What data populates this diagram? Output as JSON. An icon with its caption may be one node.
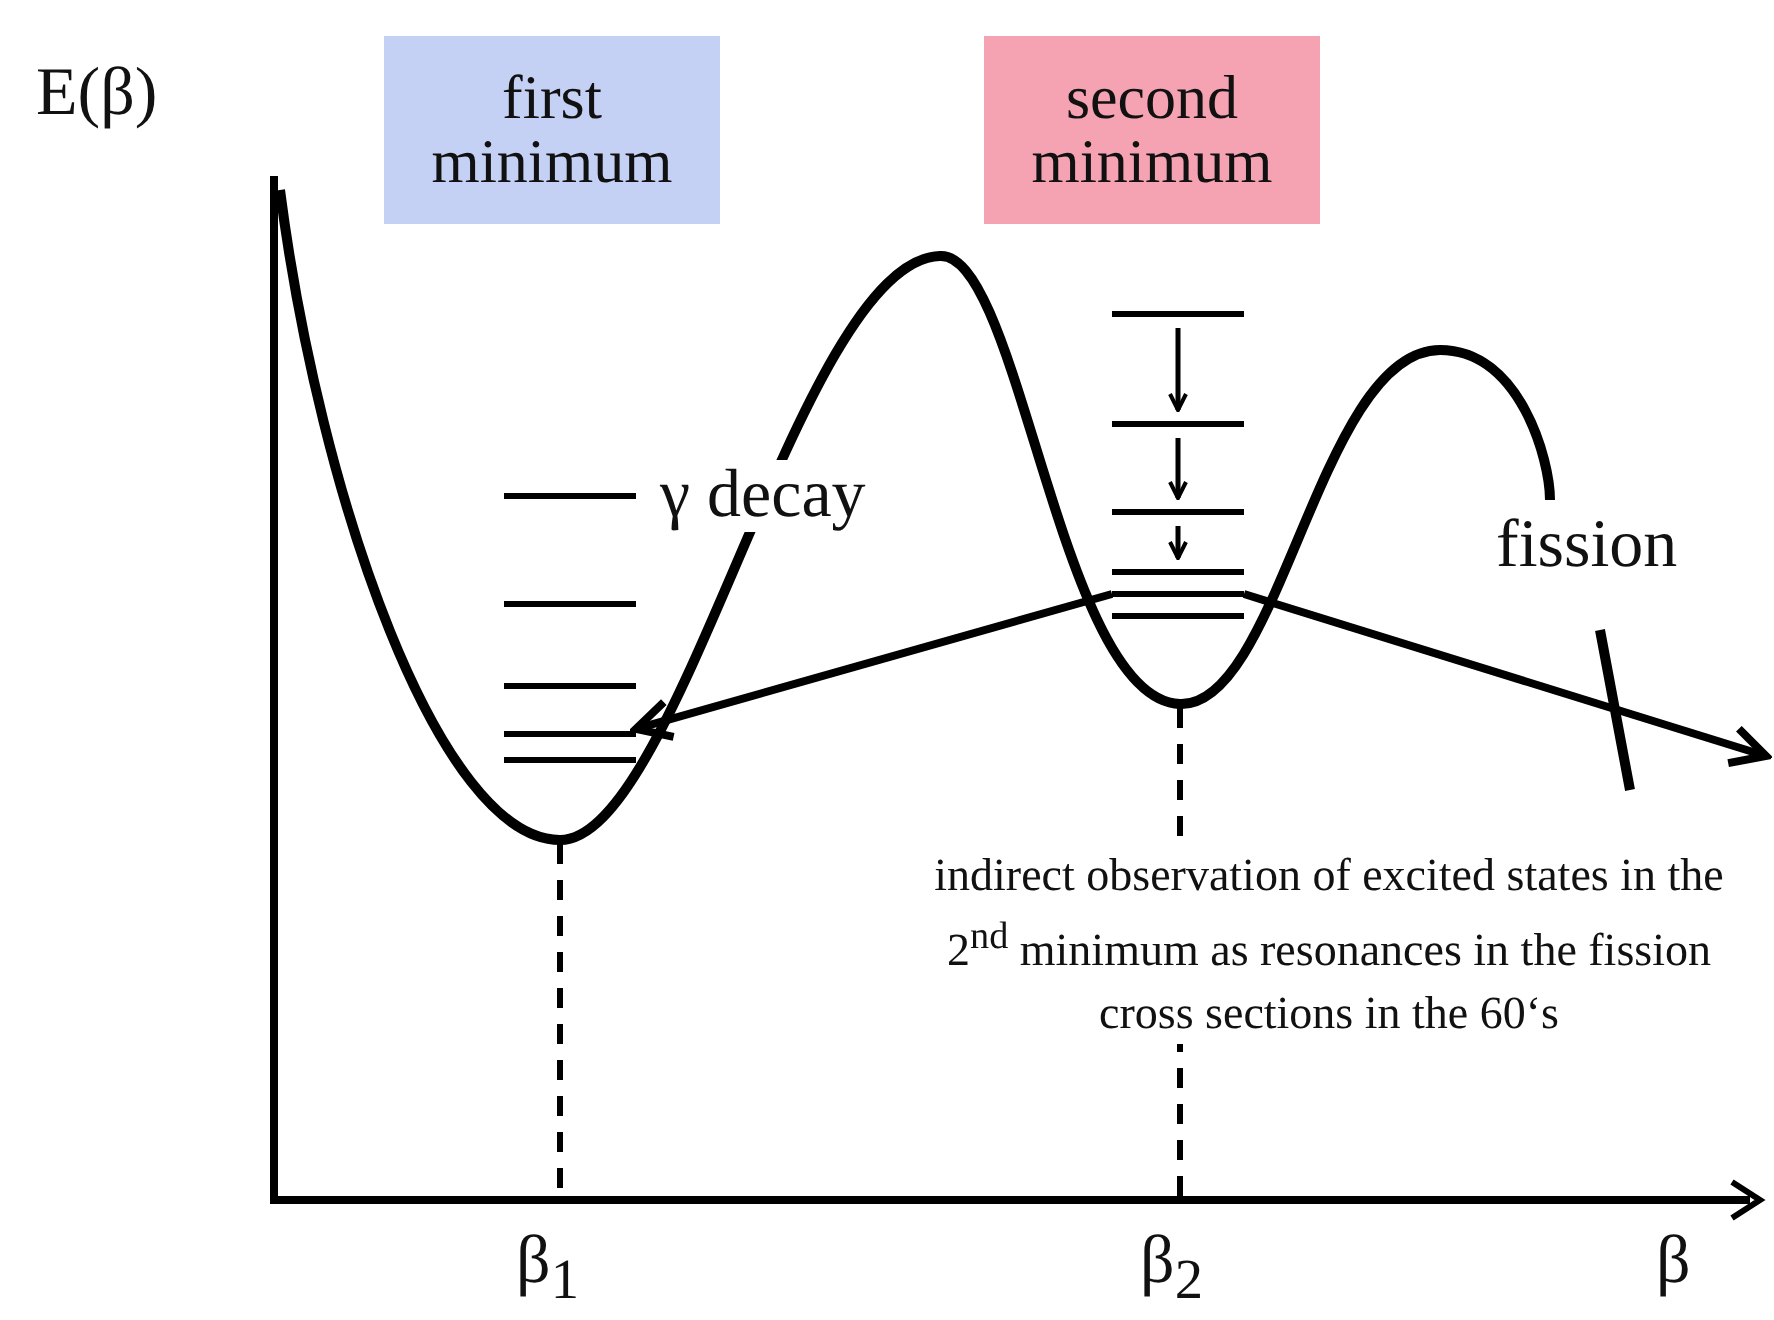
{
  "diagram": {
    "nodes": [
      {
        "text": [
          "first minimum"
        ]
      },
      {
        "text": [
          "second minimum"
        ]
      },
      {
        "text": [],
        "shape": "bar"
      },
      {
        "text": [],
        "shape": "bar"
      },
      {
        "text": [],
        "shape": "bar"
      },
      {
        "text": [],
        "shape": "bar"
      },
      {
        "text": [],
        "shape": "bar"
      }
    ],
    "edges": [
      {
        "from": 3,
        "to": 4,
        "arrow": "to"
      },
      {
        "from": 4,
        "to": 5,
        "arrow": "to"
      },
      {
        "from": 5,
        "to": 6,
        "arrow": "to"
      },
      {
        "from": 6,
        "to": 2,
        "arrow": "to",
        "label": "γ decay"
      },
      {
        "from": 6,
        "to": null,
        "arrow": "to",
        "label": "fission"
      }
    ],
    "labels": [
      "E(β)",
      "β$_{1}$",
      "β$_{2}$",
      "β",
      "indirect observation of excited states in the 2$^{nd}$ minimum as resonances in the fission cross sections in the 60‘s"
    ]
  }
}
